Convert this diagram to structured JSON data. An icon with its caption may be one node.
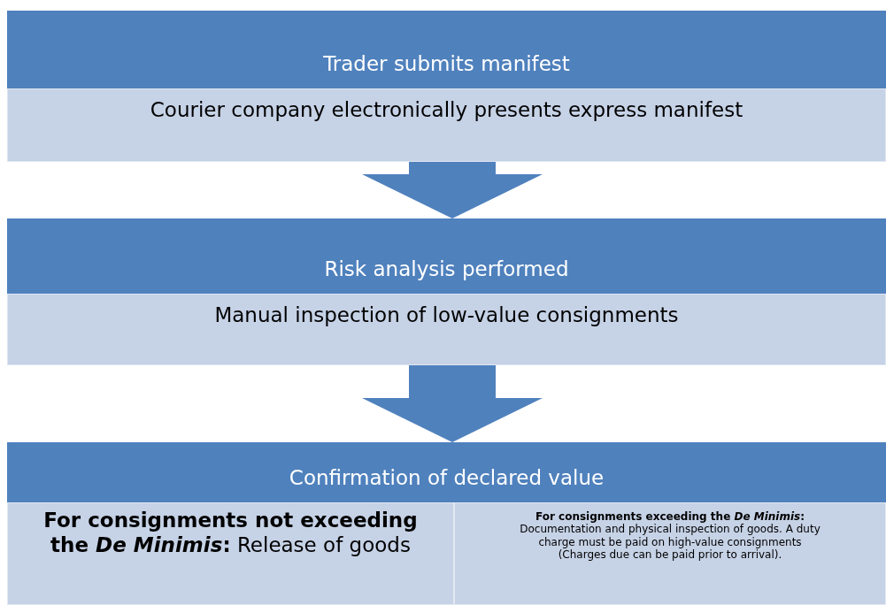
{
  "diagram": {
    "nodes": [
      {
        "text": [
          "Trader submits manifest"
        ]
      },
      {
        "text": [
          "Courier company electronically presents express manifest"
        ]
      },
      {
        "text": [
          "Risk analysis performed"
        ]
      },
      {
        "text": [
          "Manual inspection of low-value consignments"
        ]
      },
      {
        "text": [
          "Confirmation of declared value"
        ]
      },
      {
        "text": [
          "**For consignments not exceeding the *De Minimis*:** Release of goods"
        ]
      },
      {
        "text": [
          "For consignments exceeding the *De Minimis*:",
          "Documentation and physical inspection of goods. A duty charge must be paid on high-value consignments (Charges due can be paid prior to arrival)."
        ]
      }
    ],
    "edges": [
      {
        "from": 1,
        "to": 2,
        "arrow": "to"
      },
      {
        "from": 3,
        "to": 4,
        "arrow": "to"
      }
    ]
  }
}
